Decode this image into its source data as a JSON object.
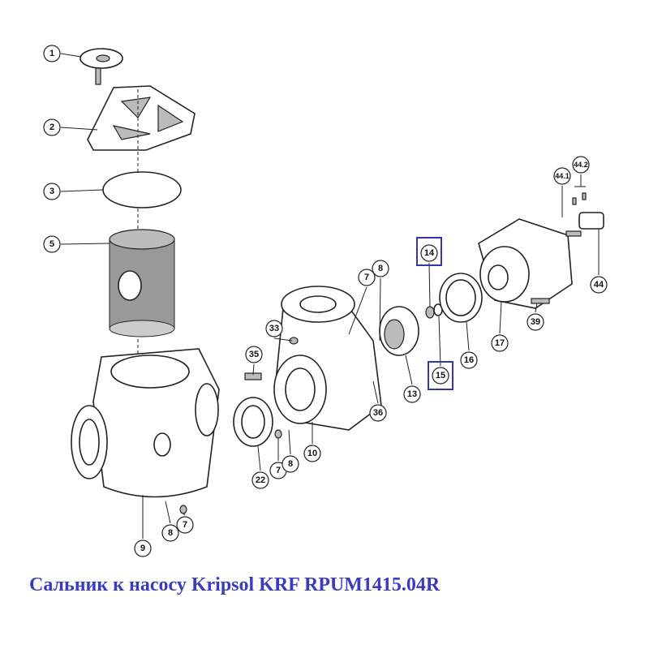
{
  "title": "Сальник к насосу Kripsol KRF RPUM1415.04R",
  "highlight_color": "#3535b0",
  "labels": [
    "1",
    "2",
    "3",
    "5",
    "9",
    "33",
    "35",
    "7",
    "8",
    "10",
    "22",
    "7",
    "8",
    "36",
    "13",
    "14",
    "15",
    "16",
    "17",
    "39",
    "44.1",
    "44.2",
    "44",
    "8",
    "7"
  ]
}
